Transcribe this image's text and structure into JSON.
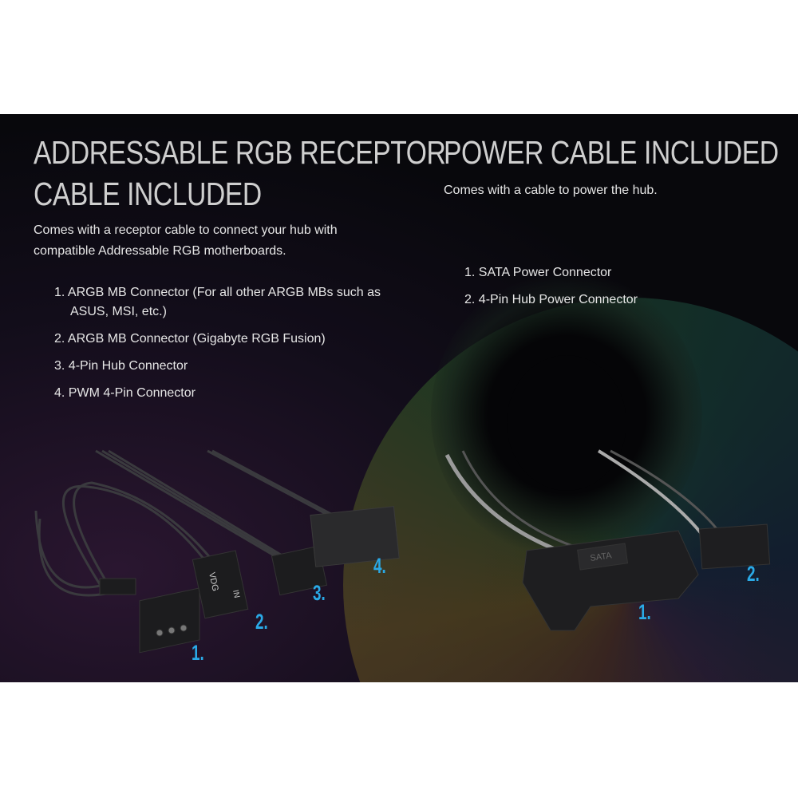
{
  "left": {
    "title_line1": "ADDRESSABLE RGB RECEPTOR",
    "title_line2": "CABLE INCLUDED",
    "description_line1": "Comes with a receptor cable to connect your hub with",
    "description_line2": "compatible Addressable RGB motherboards.",
    "items": [
      "1. ARGB MB Connector (For all other ARGB MBs such as ASUS, MSI, etc.)",
      "2. ARGB MB Connector (Gigabyte RGB Fusion)",
      "3. 4-Pin Hub Connector",
      "4. PWM 4-Pin Connector"
    ],
    "callouts": [
      "1.",
      "2.",
      "3.",
      "4."
    ],
    "connector_text": [
      "VDG",
      "IN"
    ]
  },
  "right": {
    "title": "POWER CABLE INCLUDED",
    "description": "Comes with a cable to power the hub.",
    "items": [
      "1. SATA Power Connector",
      "2. 4-Pin Hub Power Connector"
    ],
    "callouts": [
      "1.",
      "2."
    ],
    "connector_text": "SATA"
  },
  "colors": {
    "callout": "#2aa9e6",
    "text": "#e6e6e6",
    "heading": "#cfcfcf"
  }
}
